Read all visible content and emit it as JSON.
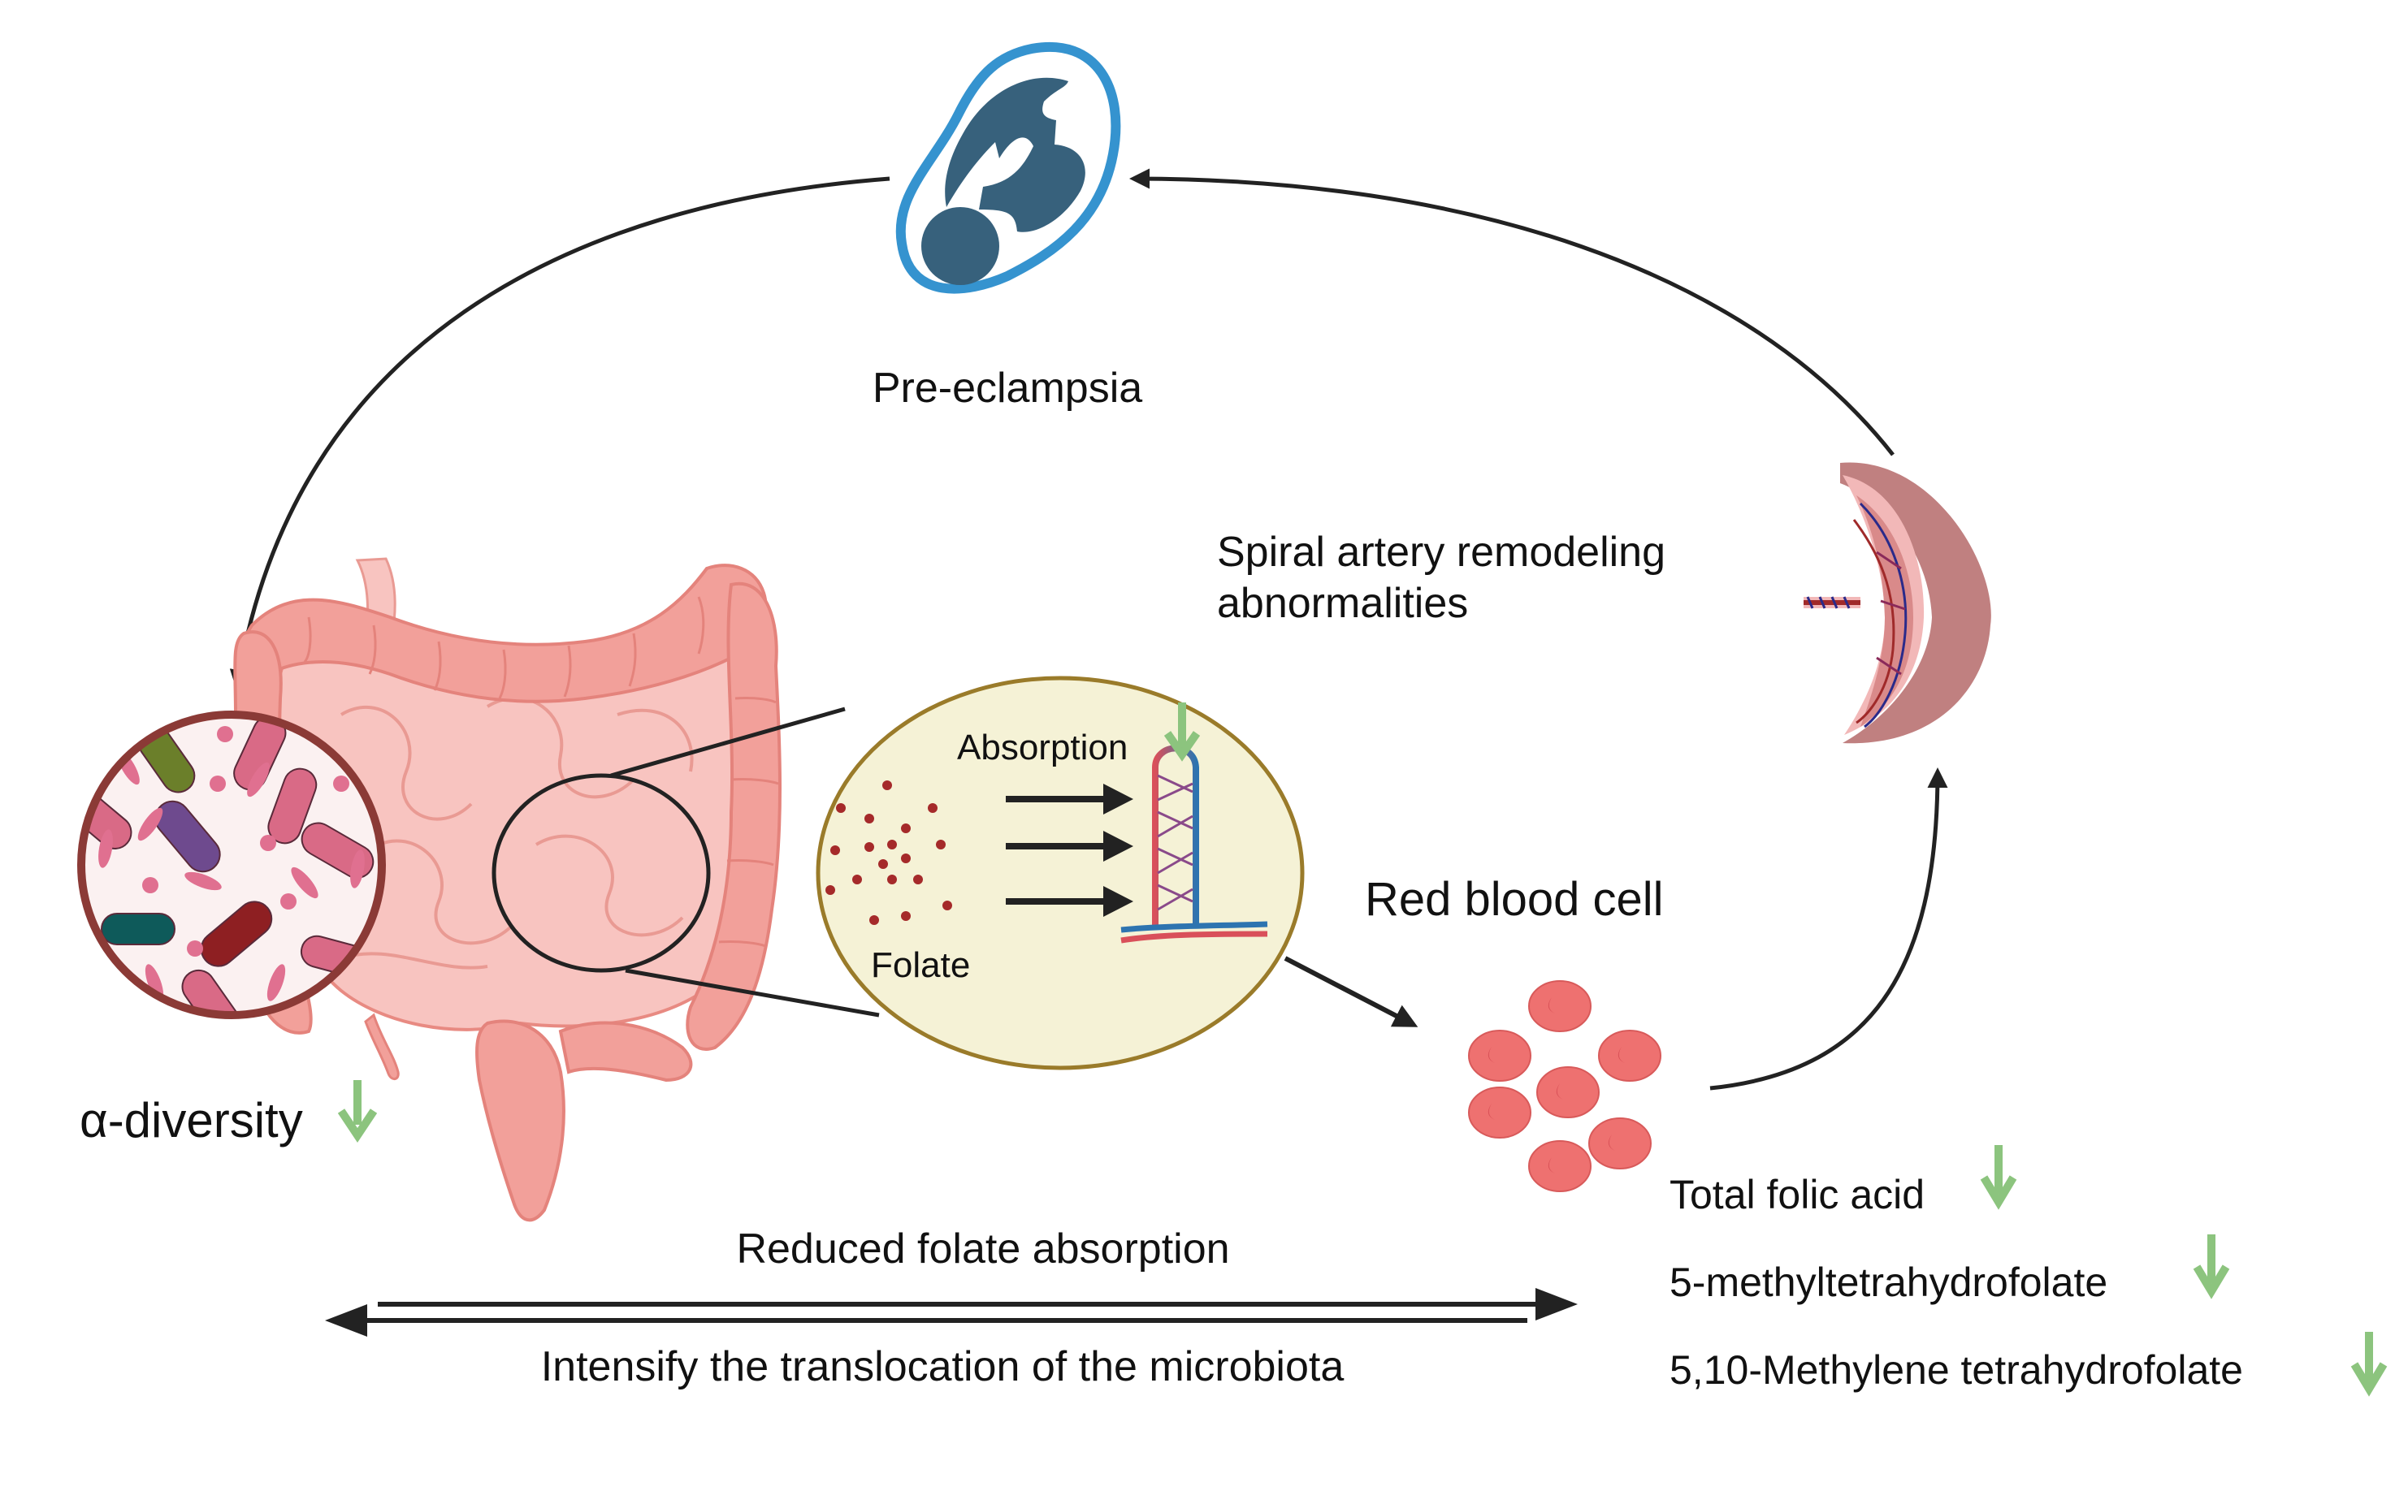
{
  "title": "Gut microbiota, folate absorption and pre-eclampsia cycle",
  "colors": {
    "arrow": "#222222",
    "down_arrow": "#8cc47e",
    "fetus_outline": "#3593cf",
    "fetus_fill": "#37617c",
    "intestine": "#f2a09a",
    "intestine_light": "#f8c4c0",
    "folate_bg": "#f5f2d6",
    "folate_border": "#9a7b2a",
    "folate_dot": "#a52a2a",
    "rbc": "#ee7170",
    "bacteria_border": "#8b3a36",
    "bacteria_bg": "#fbf1f1"
  },
  "labels": {
    "pre_eclampsia": "Pre-eclampsia",
    "spiral_artery_line1": "Spiral artery remodeling",
    "spiral_artery_line2": "abnormalities",
    "absorption": "Absorption",
    "folate": "Folate",
    "red_blood_cell": "Red blood cell",
    "alpha_diversity": "α-diversity",
    "reduced_folate": "Reduced folate absorption",
    "intensify_translocation": "Intensify the translocation of the microbiota"
  },
  "folate_metrics": [
    {
      "name": "Total folic acid",
      "trend": "decreased"
    },
    {
      "name": "5-methyltetrahydrofolate",
      "trend": "decreased"
    },
    {
      "name": "5,10-Methylene tetrahydrofolate",
      "trend": "decreased"
    }
  ],
  "indicators": {
    "alpha_diversity_trend": "decreased",
    "absorption_trend": "decreased"
  },
  "icons": {
    "fetus": "fetus-in-womb-icon",
    "intestine": "intestine-icon",
    "microbiota": "bacteria-magnifier-icon",
    "villus": "intestinal-villus-icon",
    "placenta": "placenta-icon",
    "rbc": "red-blood-cell-icon",
    "down": "down-arrow-icon"
  }
}
